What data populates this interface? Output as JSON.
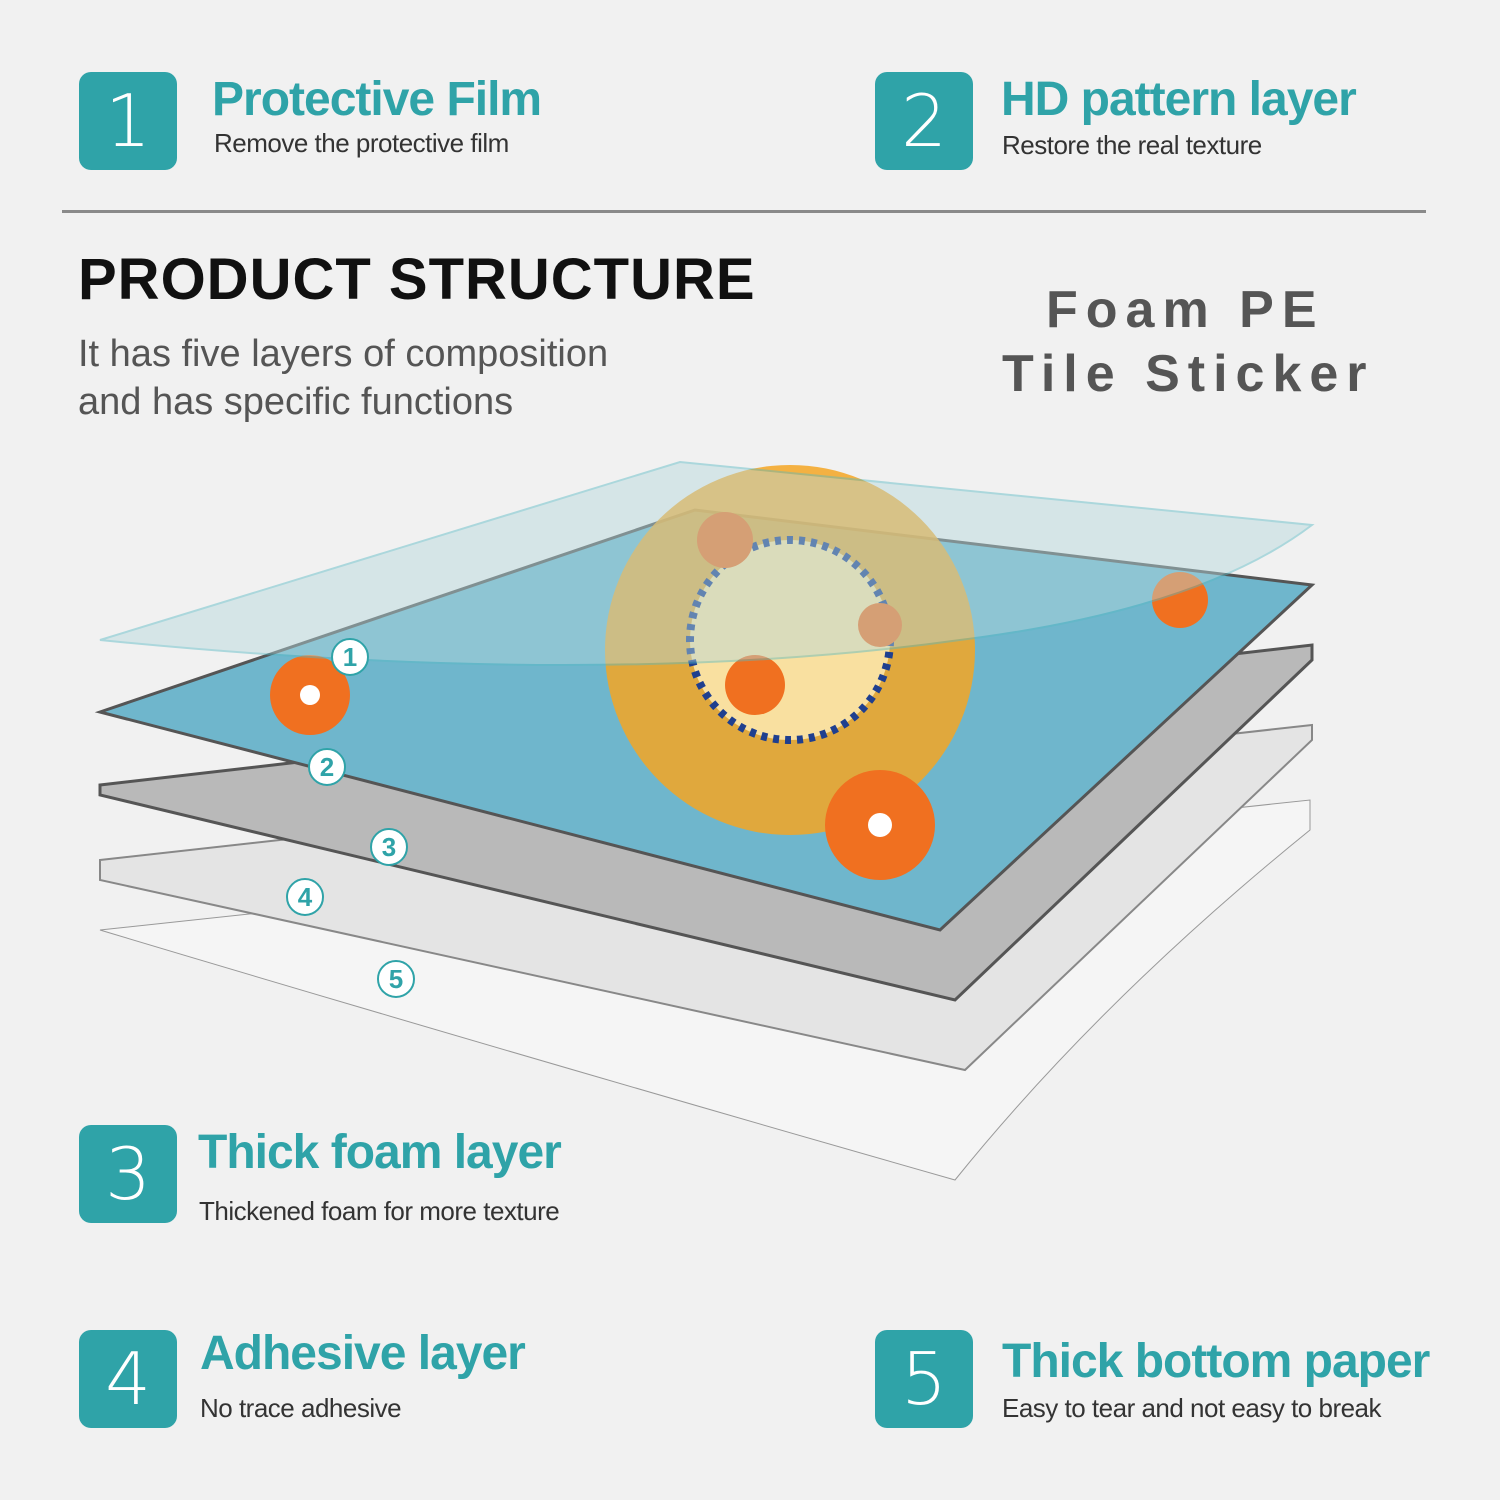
{
  "features": [
    {
      "number": "1",
      "title": "Protective Film",
      "subtitle": "Remove the protective film"
    },
    {
      "number": "2",
      "title": "HD pattern layer",
      "subtitle": "Restore the real texture"
    },
    {
      "number": "3",
      "title": "Thick foam layer",
      "subtitle": "Thickened foam for more texture"
    },
    {
      "number": "4",
      "title": "Adhesive layer",
      "subtitle": "No trace adhesive"
    },
    {
      "number": "5",
      "title": "Thick bottom paper",
      "subtitle": "Easy to tear and not easy to break"
    }
  ],
  "structure": {
    "title": "PRODUCT STRUCTURE",
    "description_line1": "It has five layers of composition",
    "description_line2": "and has specific functions"
  },
  "product": {
    "line1": "Foam PE",
    "line2": "Tile Sticker"
  },
  "diagram_labels": [
    "1",
    "2",
    "3",
    "4",
    "5"
  ],
  "colors": {
    "accent": "#2fa3a8",
    "background": "#f1f1f1"
  }
}
